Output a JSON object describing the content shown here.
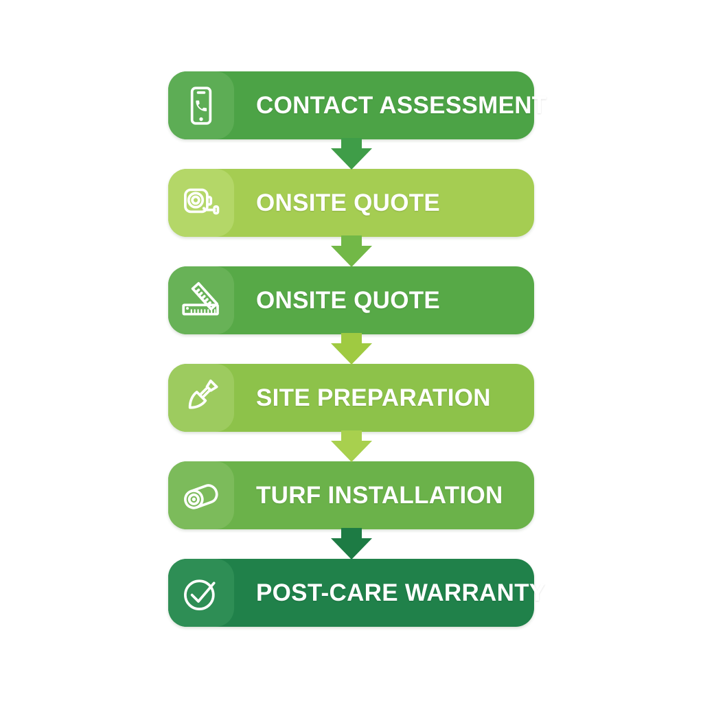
{
  "figure": {
    "type": "flowchart",
    "direction": "vertical",
    "background_color": "#FFFFFF",
    "text_color": "#FFFFFF"
  },
  "steps": [
    {
      "label": "CONTACT ASSESSMENT",
      "icon": "phone-icon",
      "bar_color": "#4CA346",
      "tile_color": "#5DAD55"
    },
    {
      "label": "ONSITE QUOTE",
      "icon": "tape-measure-icon",
      "bar_color": "#A5CD52",
      "tile_color": "#B4D768"
    },
    {
      "label": "ONSITE QUOTE",
      "icon": "ruler-square-icon",
      "bar_color": "#57A947",
      "tile_color": "#68B257"
    },
    {
      "label": "SITE PREPARATION",
      "icon": "shovel-icon",
      "bar_color": "#8DC24A",
      "tile_color": "#9DCB5F"
    },
    {
      "label": "TURF INSTALLATION",
      "icon": "turf-roll-icon",
      "bar_color": "#6BB24A",
      "tile_color": "#7CBB5B"
    },
    {
      "label": "POST-CARE WARRANTY",
      "icon": "check-circle-icon",
      "bar_color": "#20814A",
      "tile_color": "#2E8E55"
    }
  ],
  "arrows": [
    {
      "color": "#3F9D48"
    },
    {
      "color": "#72B847"
    },
    {
      "color": "#9FCA41"
    },
    {
      "color": "#A8D04E"
    },
    {
      "color": "#1D7B44"
    }
  ]
}
